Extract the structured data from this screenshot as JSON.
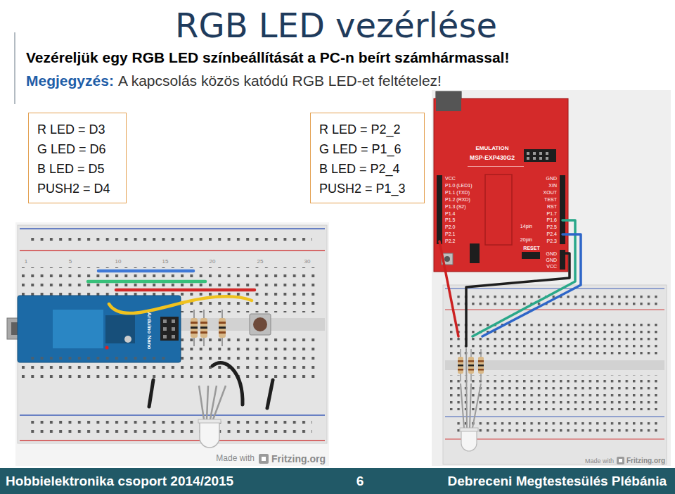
{
  "diagram": {
    "title": "RGB LED vezérlése",
    "nodes": [
      {
        "text": [
          "R LED = D3",
          "G LED = D6",
          "B LED = D5",
          "PUSH2 = D4"
        ]
      },
      {
        "text": [
          "R LED = P2_2",
          "G LED = P1_6",
          "B LED = P2_4",
          "PUSH2 = P1_3"
        ]
      }
    ],
    "labels": [
      "Vezéreljük egy RGB LED színbeállítását a PC-n beírt számhármassal!",
      "Megjegyzés:",
      "A kapcsolás közös katódú RGB LED-et feltételez!",
      "EMULATION",
      "MSP-EXP430G2",
      "VCC",
      "P1.0 (LED1)",
      "P1.1 (TXD)",
      "P1.2 (RXD)",
      "P1.3 (S2)",
      "P1.4",
      "P1.5",
      "P2.0",
      "P2.1",
      "P2.2",
      "GND",
      "XIN",
      "XOUT",
      "TEST",
      "RST",
      "P1.7",
      "P1.6",
      "P2.5",
      "P2.4",
      "P2.3",
      "14pin",
      "20pin",
      "RESET",
      "GND",
      "GND",
      "VCC",
      "Arduino Nano",
      "1",
      "5",
      "10",
      "15",
      "20",
      "25",
      "30",
      "Made with",
      "Fritzing.org",
      "Made with",
      "Fritzing.org",
      "Hobbielektronika csoport 2014/2015",
      "6",
      "Debreceni Megtestesülés Plébánia"
    ]
  }
}
